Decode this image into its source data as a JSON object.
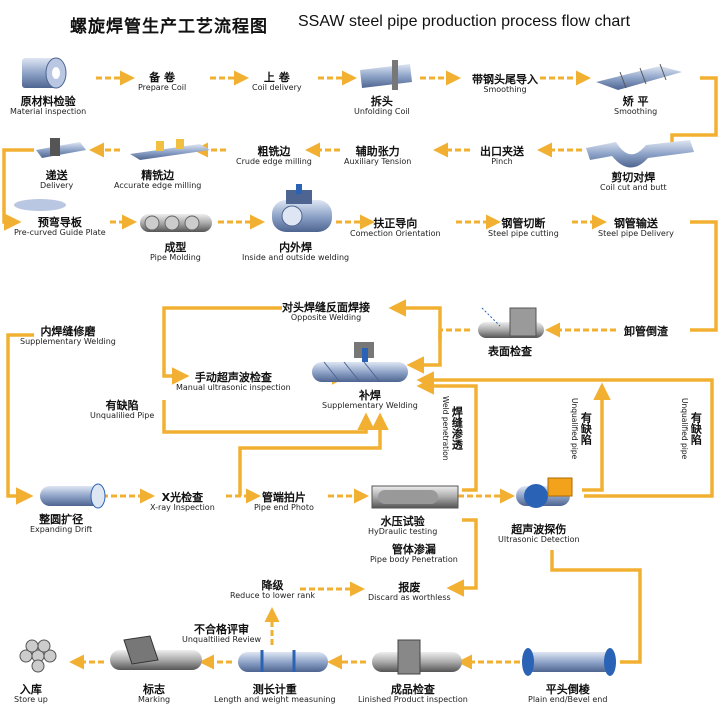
{
  "header": {
    "title_zh": "螺旋焊管生产工艺流程图",
    "title_en": "SSAW steel pipe production process flow chart"
  },
  "colors": {
    "arrow": "#f2b032",
    "pipe": "#8fa4c8",
    "pipe_dark": "#4e6591",
    "box": "#8a8a8a",
    "accent_orange": "#f2a21b",
    "accent_blue": "#2a63b5"
  },
  "steps": {
    "material_inspection": {
      "zh": "原材料检验",
      "en": "Material inspection"
    },
    "prepare_coil": {
      "zh": "备 卷",
      "en": "Prepare    Coil"
    },
    "coil_delivery": {
      "zh": "上 卷",
      "en": "Coil    delivery"
    },
    "unfolding": {
      "zh": "拆头",
      "en": "Unfolding Coil"
    },
    "guide": {
      "zh": "带钢头尾导入",
      "en": "Smoothing"
    },
    "smoothing": {
      "zh": "矫 平",
      "en": "Smoothing"
    },
    "cut_butt": {
      "zh": "剪切对焊",
      "en": "Coil cut and butt"
    },
    "pinch": {
      "zh": "出口夹送",
      "en": "Pinch"
    },
    "aux_tension": {
      "zh": "辅助张力",
      "en": "Auxiliary Tension"
    },
    "crude_milling": {
      "zh": "粗铣边",
      "en": "Crude edge milling"
    },
    "accurate_milling": {
      "zh": "精铣边",
      "en": "Accurate edge milling"
    },
    "delivery": {
      "zh": "递送",
      "en": "Delivery"
    },
    "guide_plate": {
      "zh": "预弯导板",
      "en": "Pre-curved Guide Plate"
    },
    "molding": {
      "zh": "成型",
      "en": "Pipe Molding"
    },
    "welding": {
      "zh": "内外焊",
      "en": "Inside and outside welding"
    },
    "orientation": {
      "zh": "扶正导向",
      "en": "Comection Orientation"
    },
    "cutting": {
      "zh": "钢管切断",
      "en": "Steel pipe cutting"
    },
    "pipe_delivery": {
      "zh": "钢管输送",
      "en": "Steel pipe Delivery"
    },
    "unload": {
      "zh": "卸管倒渣",
      "en": ""
    },
    "surface": {
      "zh": "表面检查",
      "en": ""
    },
    "opposite_welding": {
      "zh": "对头焊缝反面焊接",
      "en": "Opposite Welding"
    },
    "inner_grinding": {
      "zh": "内焊缝修磨",
      "en": "Supplementary Welding"
    },
    "manual_ultrasonic": {
      "zh": "手动超声波检查",
      "en": "Manual ultrasonic inspection"
    },
    "supp_welding": {
      "zh": "补焊",
      "en": "Supplementary Welding"
    },
    "defective1": {
      "zh": "有缺陷",
      "en": "Unqualilied Pipe"
    },
    "expanding": {
      "zh": "整圆扩径",
      "en": "Expanding Drift"
    },
    "xray": {
      "zh": "X光检查",
      "en": "X-ray Inspection"
    },
    "end_photo": {
      "zh": "管端拍片",
      "en": "Pipe end Photo"
    },
    "hydro": {
      "zh": "水压试验",
      "en": "HyDraulic testing"
    },
    "leakage": {
      "zh": "管体渗漏",
      "en": "Pipe body Penetration"
    },
    "ultrasonic": {
      "zh": "超声波探伤",
      "en": "Ultrasonic Detection"
    },
    "weld_penetration": {
      "zh": "焊缝渗透",
      "en": "Weld penetration"
    },
    "defective2": {
      "zh": "有缺陷",
      "en": "Unqualified pipe"
    },
    "defective3": {
      "zh": "有缺陷",
      "en": "Unqualified pipe"
    },
    "downgrade": {
      "zh": "降级",
      "en": "Reduce to lower rank"
    },
    "scrap": {
      "zh": "报废",
      "en": "Discard as worthless"
    },
    "unqualified_review": {
      "zh": "不合格评审",
      "en": "Unqualtilied Review"
    },
    "warehouse": {
      "zh": "入库",
      "en": "Store up"
    },
    "marking": {
      "zh": "标志",
      "en": "Marking"
    },
    "measure": {
      "zh": "测长计重",
      "en": "Length and weight measuning"
    },
    "final_inspection": {
      "zh": "成品检查",
      "en": "Linished Product inspection"
    },
    "bevel": {
      "zh": "平头倒棱",
      "en": "Plain end/Bevel end"
    }
  }
}
